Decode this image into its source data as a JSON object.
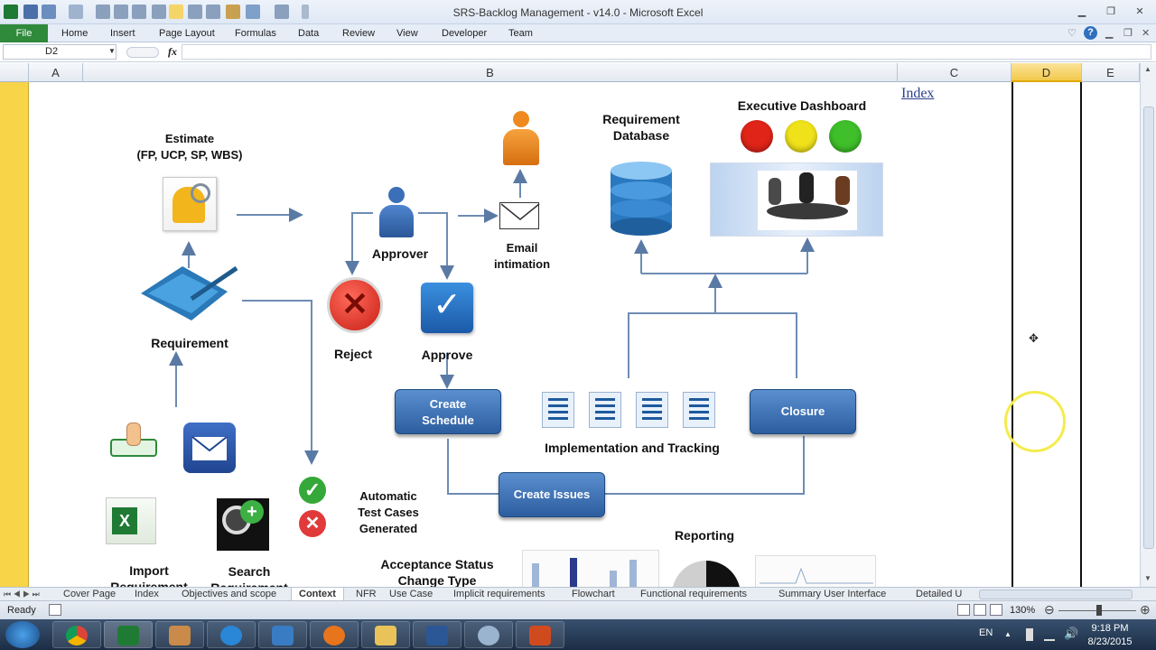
{
  "window": {
    "title": "SRS-Backlog Management - v14.0  -  Microsoft Excel"
  },
  "ribbon": {
    "tabs": [
      "File",
      "Home",
      "Insert",
      "Page Layout",
      "Formulas",
      "Data",
      "Review",
      "View",
      "Developer",
      "Team"
    ]
  },
  "formula_bar": {
    "name_box": "D2",
    "fx": "fx",
    "content": ""
  },
  "columns": [
    "A",
    "B",
    "C",
    "D",
    "E"
  ],
  "diagram": {
    "index_link": "Index",
    "estimate": "Estimate\n(FP, UCP, SP, WBS)",
    "approver": "Approver",
    "email": "Email\nintimation",
    "req_db": "Requirement\nDatabase",
    "exec_dash": "Executive Dashboard",
    "requirement": "Requirement",
    "reject": "Reject",
    "approve": "Approve",
    "create_schedule": "Create\nSchedule",
    "closure": "Closure",
    "impl_tracking": "Implementation and Tracking",
    "create_issues": "Create  Issues",
    "auto_test": "Automatic\nTest Cases\nGenerated",
    "reporting": "Reporting",
    "acceptance": "Acceptance Status\nChange Type",
    "import_req": "Import\nRequirement",
    "search_req": "Search\nRequirement",
    "traffic_colors": [
      "#e02418",
      "#f0e21a",
      "#3fbf2a"
    ]
  },
  "sheet_tabs": [
    "Cover Page",
    "Index",
    "Objectives and scope",
    "Context",
    "NFR",
    "Use Case",
    "Implicit requirements",
    "Flowchart",
    "Functional requirements",
    "Summary User Interface",
    "Detailed U"
  ],
  "active_sheet": "Context",
  "status": {
    "mode": "Ready",
    "zoom": "130%"
  },
  "taskbar": {
    "lang": "EN",
    "time": "9:18 PM",
    "date": "8/23/2015"
  }
}
